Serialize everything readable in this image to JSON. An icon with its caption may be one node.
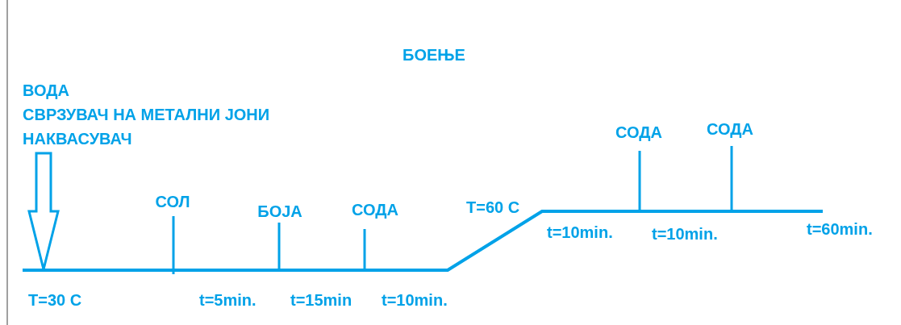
{
  "diagram": {
    "title": "БОЕЊЕ",
    "labels": [
      "ВОДА",
      "СВРЗУВАЧ НА МЕТАЛНИ ЈОНИ",
      "НАКВАСУВАЧ",
      "СОДА",
      "СОДА",
      "СОЛ",
      "БОЈА",
      "СОДА",
      "T=60 C",
      "t=10min.",
      "t=10min.",
      "t=60min.",
      "T=30 C",
      "t=5min.",
      "t=15min",
      "t=10min."
    ]
  }
}
